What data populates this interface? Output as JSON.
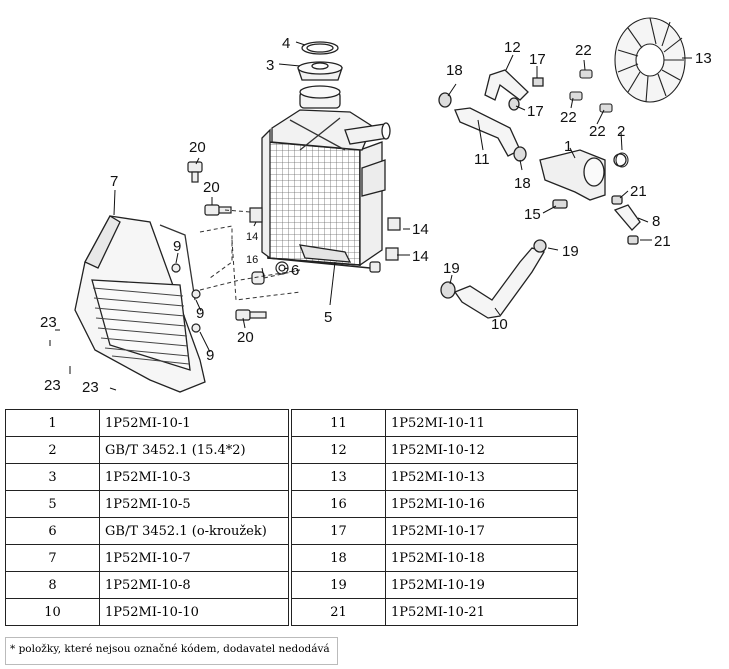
{
  "diagram": {
    "callouts": [
      "1",
      "2",
      "3",
      "4",
      "5",
      "6",
      "7",
      "8",
      "9",
      "9",
      "9",
      "10",
      "11",
      "12",
      "13",
      "14",
      "14",
      "14",
      "15",
      "16",
      "17",
      "17",
      "18",
      "18",
      "19",
      "19",
      "20",
      "20",
      "20",
      "21",
      "21",
      "22",
      "22",
      "22",
      "23",
      "23",
      "23"
    ]
  },
  "parts_table": {
    "left": [
      {
        "num": "1",
        "code": "1P52MI-10-1"
      },
      {
        "num": "2",
        "code": "GB/T 3452.1 (15.4*2)"
      },
      {
        "num": "3",
        "code": "1P52MI-10-3"
      },
      {
        "num": "5",
        "code": "1P52MI-10-5"
      },
      {
        "num": "6",
        "code": "GB/T 3452.1 (o-kroužek)"
      },
      {
        "num": "7",
        "code": "1P52MI-10-7"
      },
      {
        "num": "8",
        "code": "1P52MI-10-8"
      },
      {
        "num": "10",
        "code": "1P52MI-10-10"
      }
    ],
    "right": [
      {
        "num": "11",
        "code": "1P52MI-10-11"
      },
      {
        "num": "12",
        "code": "1P52MI-10-12"
      },
      {
        "num": "13",
        "code": "1P52MI-10-13"
      },
      {
        "num": "16",
        "code": "1P52MI-10-16"
      },
      {
        "num": "17",
        "code": "1P52MI-10-17"
      },
      {
        "num": "18",
        "code": "1P52MI-10-18"
      },
      {
        "num": "19",
        "code": "1P52MI-10-19"
      },
      {
        "num": "21",
        "code": "1P52MI-10-21"
      }
    ]
  },
  "footnote": "* položky, které nejsou označné kódem, dodavatel nedodává"
}
